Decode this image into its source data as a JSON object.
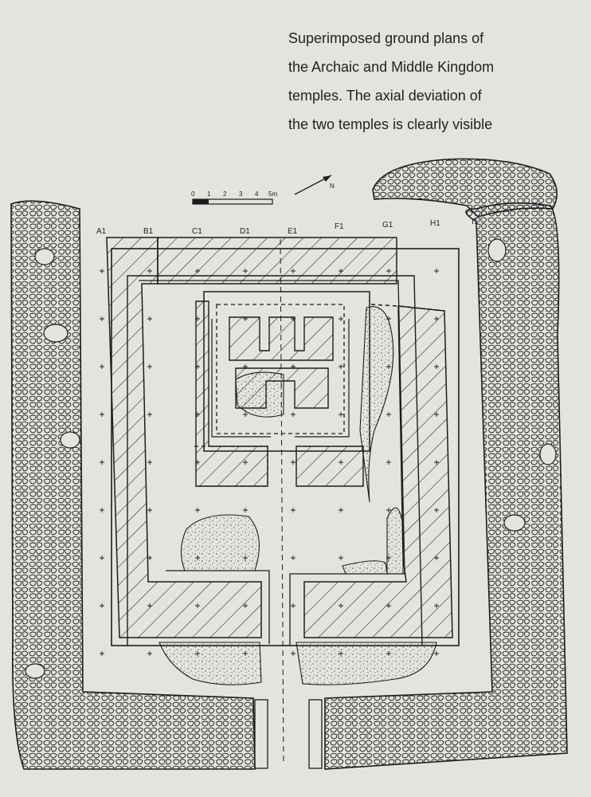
{
  "caption": {
    "lines": [
      "Superimposed ground plans of",
      "the Archaic and Middle Kingdom",
      "temples. The axial deviation of",
      "the two temples is clearly visible"
    ]
  },
  "scale_bar": {
    "ticks": [
      "0",
      "1",
      "2",
      "3",
      "4",
      "5m"
    ]
  },
  "north_arrow": {
    "label": "N"
  },
  "grid_columns": [
    "A1",
    "B1",
    "C1",
    "D1",
    "E1",
    "F1",
    "G1",
    "H1",
    "I1"
  ],
  "colors": {
    "paper": "#e4e3df",
    "ink": "#1d1d1d"
  }
}
